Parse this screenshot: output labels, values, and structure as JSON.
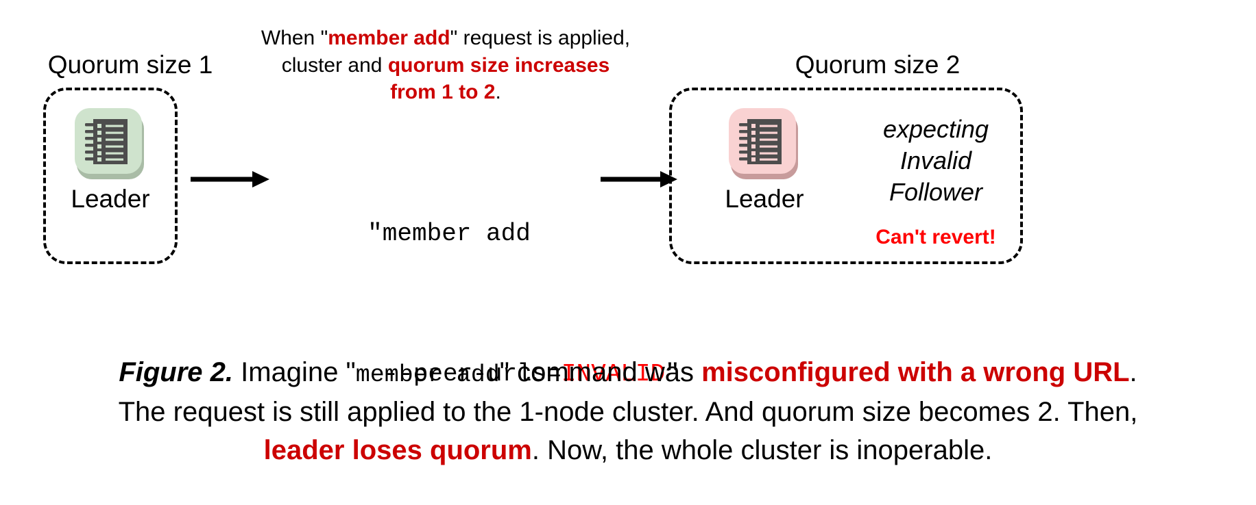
{
  "figure": {
    "left_cluster": {
      "title": "Quorum size 1",
      "node_label": "Leader",
      "icon": "server-rack-icon",
      "icon_bg": "#cfe3cd",
      "icon_shadow": "#a9bca6",
      "icon_body": "#4d4d4d",
      "icon_lines": "#cfe3cd"
    },
    "right_cluster": {
      "title": "Quorum size 2",
      "node_label": "Leader",
      "icon": "server-rack-icon",
      "icon_bg": "#f9d2d2",
      "icon_shadow": "#c79b9b",
      "icon_body": "#4d4d4d",
      "icon_lines": "#f9d2d2",
      "status_line_1": "expecting",
      "status_line_2": "Invalid",
      "status_line_3": "Follower",
      "warning": "Can't revert!"
    },
    "annotation": {
      "line1_a": "When \"",
      "line1_b": "member add",
      "line1_c": "\" request is applied,",
      "line2_a": "cluster and ",
      "line2_b": "quorum size increases",
      "line3_a": "from 1 to 2",
      "line3_b": "."
    },
    "command": {
      "line1": "\"member add",
      "line2_a": "--peer-urls=",
      "line2_b": "INVALID",
      "line2_c": "\""
    },
    "arrows": {
      "arrow_1": "right-arrow-icon",
      "arrow_2": "right-arrow-icon"
    },
    "caption": {
      "line1_a": "Figure 2.",
      "line1_b": " Imagine \"",
      "line1_c": "member add",
      "line1_d": "\" command was ",
      "line1_e": "misconfigured with a wrong URL",
      "line1_f": ".",
      "line2": "The request is still applied to the 1-node cluster. And quorum size becomes 2. Then,",
      "line3_a": "leader loses quorum",
      "line3_b": ". Now, the whole cluster is inoperable."
    },
    "colors": {
      "accent_red": "#cc0000",
      "bright_red": "#ff0000",
      "text": "#000000",
      "background": "#ffffff"
    }
  }
}
